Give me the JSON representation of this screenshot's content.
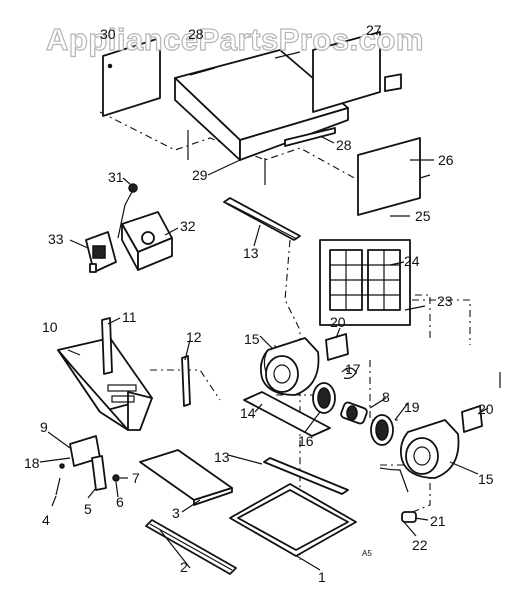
{
  "watermark": "AppliancePartsPros.com",
  "corner_mark": "A5",
  "parts": {
    "p1": "1",
    "p2": "2",
    "p3": "3",
    "p4": "4",
    "p5": "5",
    "p6": "6",
    "p7": "7",
    "p8a": "8",
    "p8b": "18",
    "p9": "9",
    "p10": "10",
    "p11": "11",
    "p12": "12",
    "p13a": "13",
    "p13b": "13",
    "p14": "14",
    "p15a": "15",
    "p15b": "15",
    "p16": "16",
    "p17": "17",
    "p19": "19",
    "p20a": "20",
    "p20b": "20",
    "p21": "21",
    "p22": "22",
    "p23": "23",
    "p24": "24",
    "p25": "25",
    "p26": "26",
    "p27": "27",
    "p28a": "28",
    "p28b": "28",
    "p29": "29",
    "p30": "30",
    "p31": "31",
    "p32": "32",
    "p33": "33"
  }
}
